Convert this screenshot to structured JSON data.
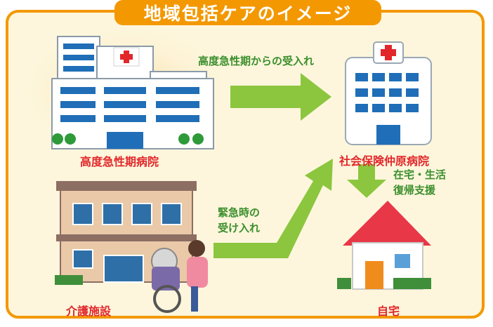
{
  "title": "地域包括ケアのイメージ",
  "nodes": {
    "acute_hospital": "高度急性期病院",
    "shakai_hoken_hospital": "社会保険仲原病院",
    "care_facility": "介護施設",
    "home": "自宅"
  },
  "arrows": {
    "acute_to_hospital": "高度急性期からの受入れ",
    "care_to_hospital": [
      "緊急時の",
      "受け入れ"
    ],
    "hospital_to_home": [
      "在宅・生活",
      "復帰支援"
    ]
  },
  "colors": {
    "frame": "#f39800",
    "background": "#fdf6dc",
    "label_red": "#e2272b",
    "label_green": "#3b8f2c",
    "arrow": "#8cc63f"
  }
}
